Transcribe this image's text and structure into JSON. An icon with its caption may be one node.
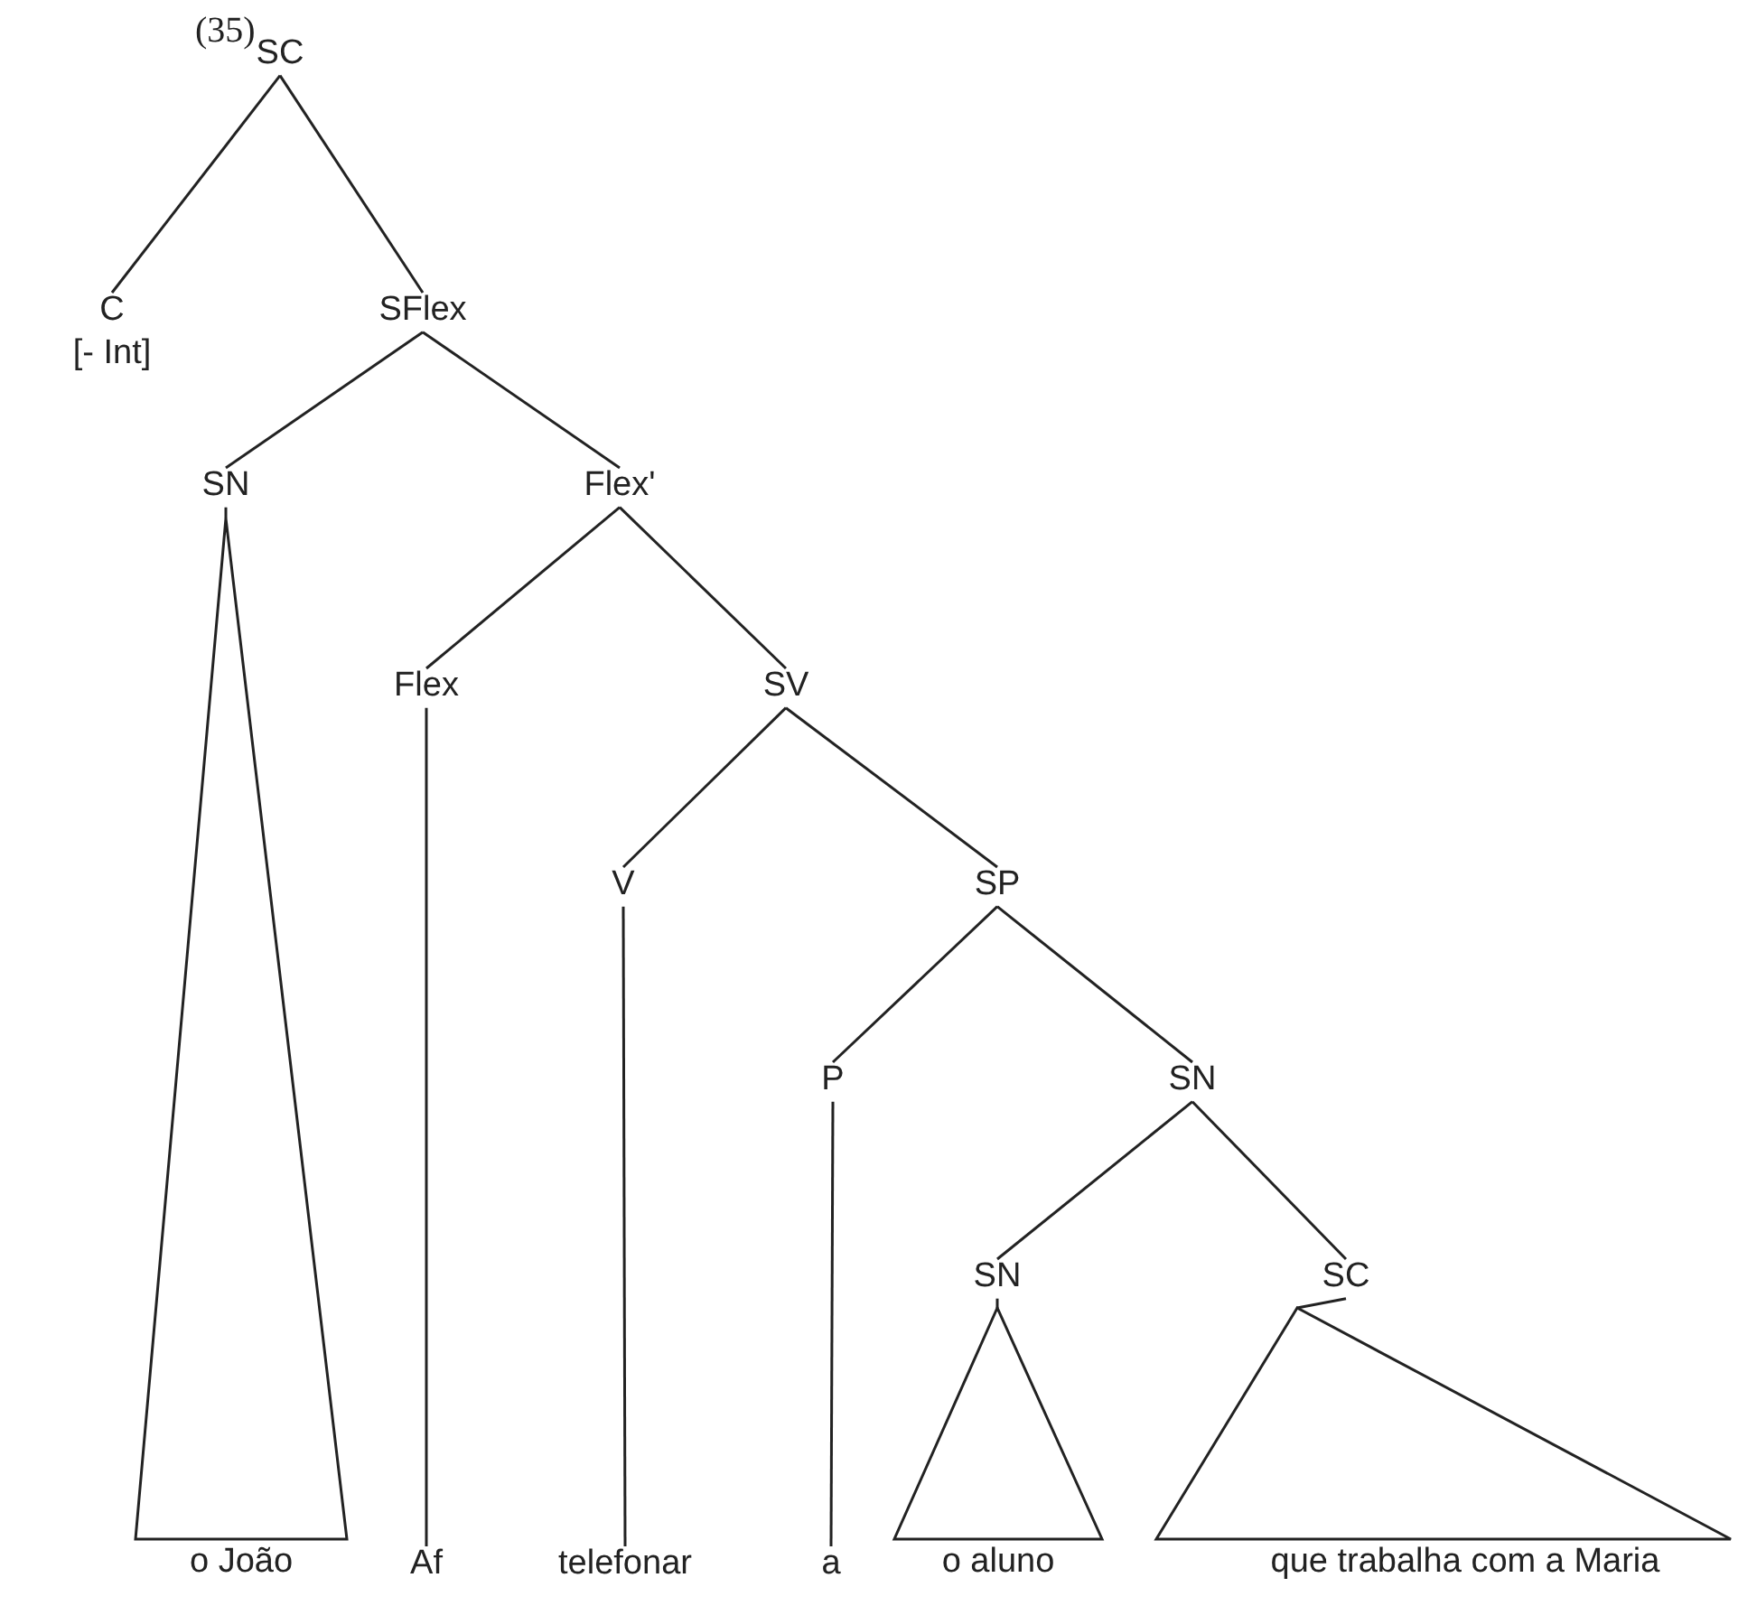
{
  "diagram": {
    "nodes": [
      {
        "text": [
          "SC"
        ]
      },
      {
        "text": [
          "C",
          "[- Int]"
        ]
      },
      {
        "text": [
          "SFlex"
        ]
      },
      {
        "text": [
          "SN"
        ]
      },
      {
        "text": [
          "Flex'"
        ]
      },
      {
        "text": [
          "Flex"
        ]
      },
      {
        "text": [
          "SV"
        ]
      },
      {
        "text": [
          "V"
        ]
      },
      {
        "text": [
          "SP"
        ]
      },
      {
        "text": [
          "P"
        ]
      },
      {
        "text": [
          "SN"
        ]
      },
      {
        "text": [
          "SN"
        ]
      },
      {
        "text": [
          "SC"
        ]
      },
      {
        "text": [],
        "shape": "triangle",
        "beside": [
          "o João"
        ]
      },
      {
        "text": [
          "Af"
        ]
      },
      {
        "text": [
          "telefonar"
        ]
      },
      {
        "text": [
          "a"
        ]
      },
      {
        "text": [],
        "shape": "triangle",
        "beside": [
          "o aluno"
        ]
      },
      {
        "text": [],
        "shape": "triangle",
        "beside": [
          "que trabalha com a Maria"
        ]
      }
    ],
    "edges": [
      {
        "from": 0,
        "to": 1,
        "arrow": "none"
      },
      {
        "from": 0,
        "to": 2,
        "arrow": "none"
      },
      {
        "from": 2,
        "to": 3,
        "arrow": "none"
      },
      {
        "from": 2,
        "to": 4,
        "arrow": "none"
      },
      {
        "from": 4,
        "to": 5,
        "arrow": "none"
      },
      {
        "from": 4,
        "to": 6,
        "arrow": "none"
      },
      {
        "from": 6,
        "to": 7,
        "arrow": "none"
      },
      {
        "from": 6,
        "to": 8,
        "arrow": "none"
      },
      {
        "from": 8,
        "to": 9,
        "arrow": "none"
      },
      {
        "from": 8,
        "to": 10,
        "arrow": "none"
      },
      {
        "from": 10,
        "to": 11,
        "arrow": "none"
      },
      {
        "from": 10,
        "to": 12,
        "arrow": "none"
      },
      {
        "from": 3,
        "to": 13,
        "arrow": "none"
      },
      {
        "from": 5,
        "to": 14,
        "arrow": "none"
      },
      {
        "from": 7,
        "to": 15,
        "arrow": "none"
      },
      {
        "from": 9,
        "to": 16,
        "arrow": "none"
      },
      {
        "from": 11,
        "to": 17,
        "arrow": "none"
      },
      {
        "from": 12,
        "to": 18,
        "arrow": "none"
      }
    ],
    "labels": [
      "(35)"
    ]
  }
}
